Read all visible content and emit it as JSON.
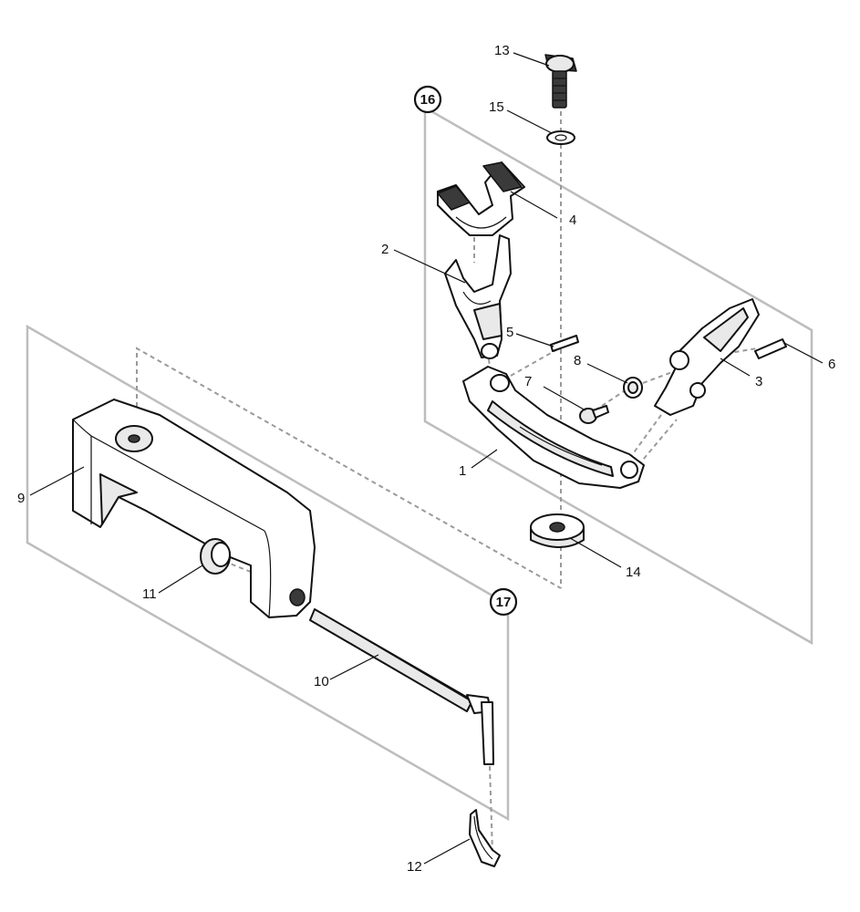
{
  "diagram": {
    "part_numbers": {
      "p1": "1",
      "p2": "2",
      "p3": "3",
      "p4": "4",
      "p5": "5",
      "p6": "6",
      "p7": "7",
      "p8": "8",
      "p9": "9",
      "p10": "10",
      "p11": "11",
      "p12": "12",
      "p13": "13",
      "p14": "14",
      "p15": "15"
    },
    "assembly_numbers": {
      "a16": "16",
      "a17": "17"
    },
    "colors": {
      "frame": "#bdbdbd",
      "dashed_line": "#9a9a9a",
      "outline": "#111111"
    }
  }
}
